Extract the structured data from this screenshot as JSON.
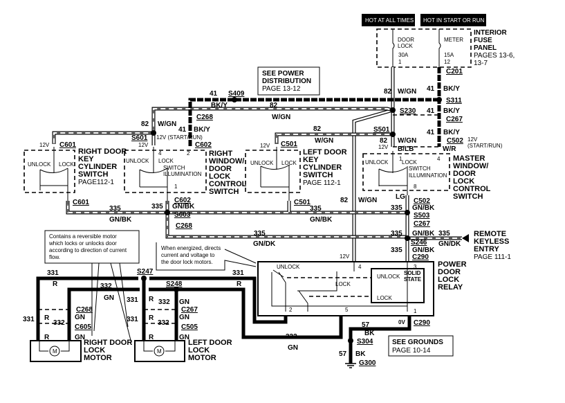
{
  "hot": {
    "always": "HOT AT ALL TIMES",
    "start_run": "HOT IN START OR RUN"
  },
  "fuse_panel": {
    "door_lock_1": "DOOR",
    "door_lock_2": "LOCK",
    "door_lock_amp": "30A",
    "door_lock_pin": "1",
    "meter": "METER",
    "meter_amp": "15A",
    "meter_pin": "12",
    "title": [
      "INTERIOR",
      "FUSE",
      "PANEL",
      "PAGES 13-6,",
      "13-7"
    ],
    "connector": "C201"
  },
  "power_dist": [
    "SEE POWER",
    "DISTRIBUTION",
    "PAGE 13-12"
  ],
  "grounds_ref": [
    "SEE GROUNDS",
    "PAGE 10-14"
  ],
  "splices": {
    "s409": "S409",
    "s311": "S311",
    "s230": "S230",
    "s501": "S501",
    "s601": "S601",
    "s603": "S603",
    "s503": "S503",
    "s246": "S246",
    "s247": "S247",
    "s248": "S248",
    "s304": "S304",
    "g300": "G300"
  },
  "connectors": {
    "c268": "C268",
    "c602": "C602",
    "c601": "C601",
    "c501": "C501",
    "c267": "C267",
    "c502": "C502",
    "c290": "C290",
    "c605": "C605",
    "c505": "C505"
  },
  "wires": {
    "n41": "41",
    "bky": "BK/Y",
    "n82": "82",
    "wgn": "W/GN",
    "n335": "335",
    "gnbk": "GN/BK",
    "gndk": "GN/DK",
    "n331": "331",
    "r": "R",
    "n332": "332",
    "gn": "GN",
    "n57": "57",
    "bk": "BK",
    "blb": "B/LB",
    "wr": "W/R",
    "lg": "LG",
    "v12": "12V",
    "start_run": "(START/RUN)",
    "v12_start_run": "12V (START/RUN)",
    "v0": "0V"
  },
  "switch": {
    "unlock": "UNLOCK",
    "lock": "LOCK",
    "illum_1": "SWITCH",
    "illum_2": "ILLUMINATION",
    "pin1": "1",
    "pin2": "2",
    "pin4": "4",
    "pin8": "8"
  },
  "right_key": [
    "RIGHT DOOR",
    "KEY",
    "CYLINDER",
    "SWITCH",
    "PAGE112-1"
  ],
  "left_key": [
    "LEFT DOOR",
    "KEY",
    "CYLINDER",
    "SWITCH",
    "PAGE 112-1"
  ],
  "right_window": [
    "RIGHT",
    "WINDOW/",
    "DOOR",
    "LOCK",
    "CONTROL",
    "SWITCH"
  ],
  "master_window": [
    "MASTER",
    "WINDOW/",
    "DOOR",
    "LOCK",
    "CONTROL",
    "SWITCH"
  ],
  "remote": [
    "REMOTE",
    "KEYLESS",
    "ENTRY",
    "PAGE 111-1"
  ],
  "relay": {
    "title": [
      "POWER",
      "DOOR",
      "LOCK",
      "RELAY"
    ],
    "unlock": "UNLOCK",
    "lock": "LOCK",
    "solid": "SOLID",
    "state": "STATE",
    "ss_unlock": "UNLOCK",
    "ss_lock": "LOCK",
    "pin4": "4",
    "pin3": "3",
    "pin2": "2",
    "pin5": "5",
    "pin1": "1"
  },
  "motor_note": [
    "Contains a reversible motor",
    "which locks or unlocks door",
    "according to direction of current",
    "flow."
  ],
  "relay_note": [
    "When energized, directs",
    "current and voltage to",
    "the door lock motors."
  ],
  "right_motor": [
    "RIGHT DOOR",
    "LOCK",
    "MOTOR"
  ],
  "left_motor": [
    "LEFT DOOR",
    "LOCK",
    "MOTOR"
  ],
  "motor_symbol": "M"
}
